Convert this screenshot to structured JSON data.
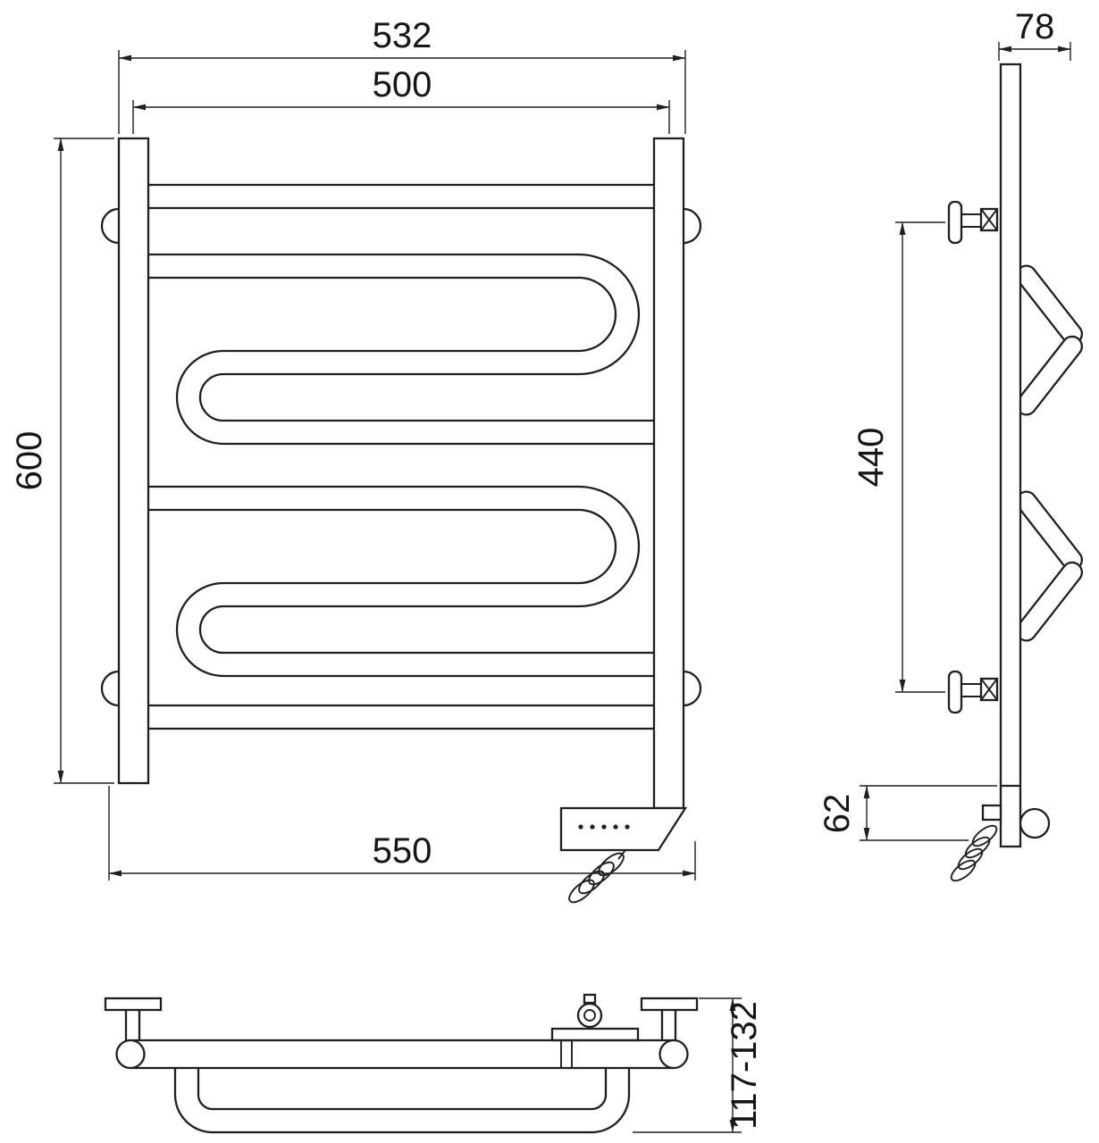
{
  "drawing": {
    "front_view": {
      "overall_width": "532",
      "pipe_center_width": "500",
      "height": "600",
      "bottom_width": "550"
    },
    "side_view": {
      "depth": "78",
      "bracket_spacing": "440",
      "bottom_section_height": "62"
    },
    "bottom_view": {
      "depth_range": "117-132"
    },
    "colors": {
      "line": "#1f1f1f",
      "background": "#ffffff"
    }
  }
}
